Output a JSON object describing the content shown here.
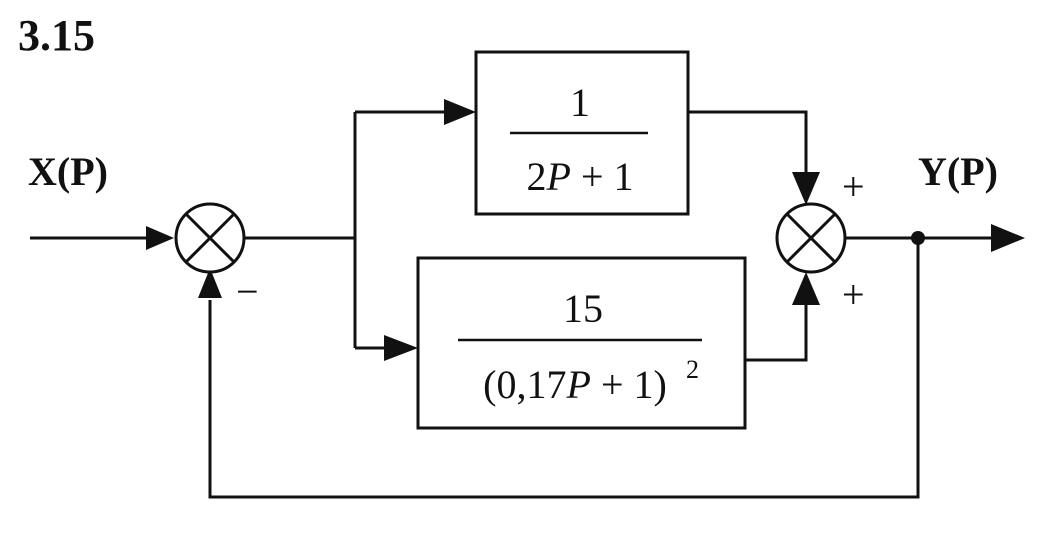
{
  "problem_number": "3.15",
  "input_label": "X(P)",
  "output_label": "Y(P)",
  "summing_junction_1": {
    "feedback_sign": "−"
  },
  "summing_junction_2": {
    "top_sign": "+",
    "bottom_sign": "+"
  },
  "block_top": {
    "numerator": "1",
    "denominator": {
      "coef": "2",
      "var": "P",
      "rest": " + 1"
    }
  },
  "block_bottom": {
    "numerator": "15",
    "denominator": {
      "open": "(0,17",
      "var": "P",
      "rest": " + 1)",
      "exponent": "2"
    }
  },
  "colors": {
    "line": "#111111",
    "background": "#ffffff"
  }
}
